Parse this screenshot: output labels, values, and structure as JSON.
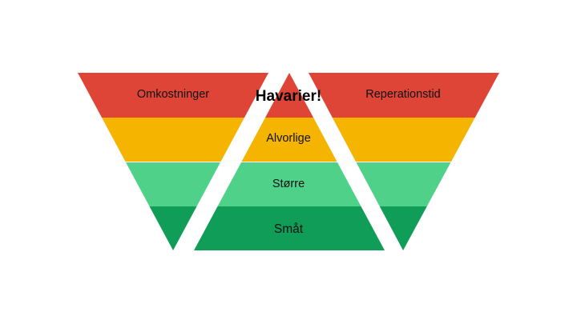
{
  "colors": {
    "top": "#DE4537",
    "second": "#F4B400",
    "third": "#50D18A",
    "bottom": "#0F9D58"
  },
  "left_funnel": {
    "label": "Omkostninger"
  },
  "right_funnel": {
    "label": "Reperationstid"
  },
  "pyramid": {
    "title": "Havarier!",
    "levels": [
      "Alvorlige",
      "Større",
      "Småt"
    ]
  }
}
